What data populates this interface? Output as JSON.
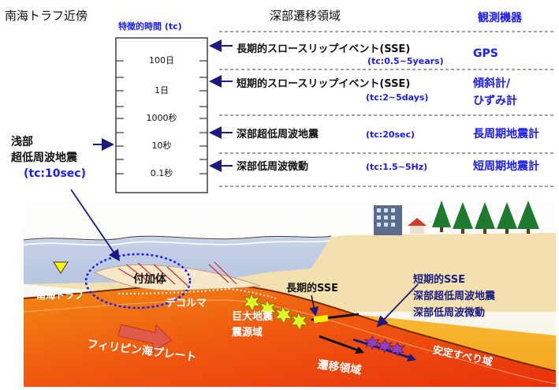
{
  "header": {
    "left_title": "南海トラフ近傍",
    "center_title": "深部遷移領域",
    "right_title": "観測機器"
  },
  "timescale": {
    "label": "特徴的時間 (tc)",
    "ticks": [
      "100日",
      "1日",
      "1000秒",
      "10秒",
      "0.1秒"
    ]
  },
  "shallow": {
    "line1": "浅部",
    "line2": "超低周波地震",
    "line3": "(tc:10sec)"
  },
  "phenomena": [
    {
      "name": "長期的スロースリップイベント(SSE)",
      "tc": "(tc:0.5~5years)",
      "instrument": [
        "GPS"
      ]
    },
    {
      "name": "短期的スロースリップイベント(SSE)",
      "tc": "(tc:2~5days)",
      "instrument": [
        "傾斜計/",
        "ひずみ計"
      ]
    },
    {
      "name": "深部超低周波地震",
      "tc": "(tc:20sec)",
      "instrument": [
        "長周期地震計"
      ]
    },
    {
      "name": "深部低周波微動",
      "tc": "(tc:1.5~5Hz)",
      "instrument": [
        "短周期地震計"
      ]
    }
  ],
  "section": {
    "trough": "南海トラフ",
    "accretion": "付加体",
    "decollement": "デコルマ",
    "plate": "フィリピン海プレート",
    "source_line1": "巨大地震",
    "source_line2": "震源域",
    "long_sse": "長期的SSE",
    "transition": "遷移領域",
    "stable": "安定すべり域",
    "deep_list": [
      "短期的SSE",
      "深部超低周波地震",
      "深部低周波微動"
    ]
  },
  "colors": {
    "accent_blue": "#1a1aff",
    "arrow_navy": "#1a1a80",
    "sea": "#c9d3e6",
    "land": "#f4e3b4",
    "plate_red": "#e63a0a",
    "plate_orange": "#f7a31e"
  }
}
